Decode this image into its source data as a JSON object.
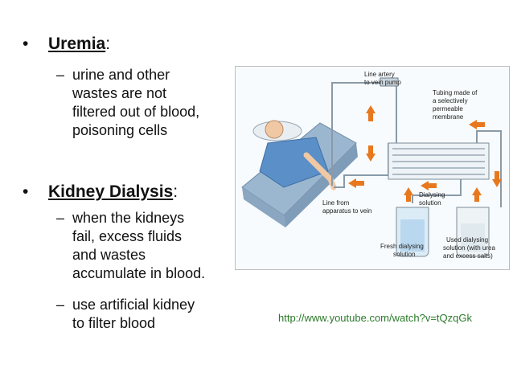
{
  "bullets": [
    {
      "term": "Uremia",
      "suffix": ":",
      "subs": [
        {
          "lines": [
            "urine and other",
            "wastes are not",
            "filtered out of blood,",
            "poisoning cells"
          ]
        }
      ]
    },
    {
      "term": "Kidney Dialysis",
      "suffix": ":",
      "subs": [
        {
          "lines": [
            "when the kidneys",
            "fail, excess fluids",
            "and wastes",
            "accumulate in blood."
          ]
        },
        {
          "lines": [
            "use artificial kidney",
            "to filter blood"
          ]
        }
      ]
    }
  ],
  "symbols": {
    "bullet": "•",
    "dash": "–"
  },
  "diagram": {
    "labels": {
      "line_artery_1": "Line artery",
      "line_artery_2": "to vein pump",
      "tubing_1": "Tubing made of",
      "tubing_2": "a selectively",
      "tubing_3": "permeable",
      "tubing_4": "membrane",
      "line_from_1": "Line from",
      "line_from_2": "apparatus to vein",
      "dialysing_1": "Dialysing",
      "dialysing_2": "solution",
      "fresh_1": "Fresh dialysing",
      "fresh_2": "solution",
      "used_1": "Used dialysing",
      "used_2": "solution (with urea",
      "used_3": "and excess salts)"
    },
    "colors": {
      "arrow": "#e8781e",
      "patient": "#5a8fc8",
      "bed": "#9bb6cf",
      "tube": "#8a9aa8"
    }
  },
  "link": {
    "text": "http://www.youtube.com/watch?v=tQzqGk"
  }
}
